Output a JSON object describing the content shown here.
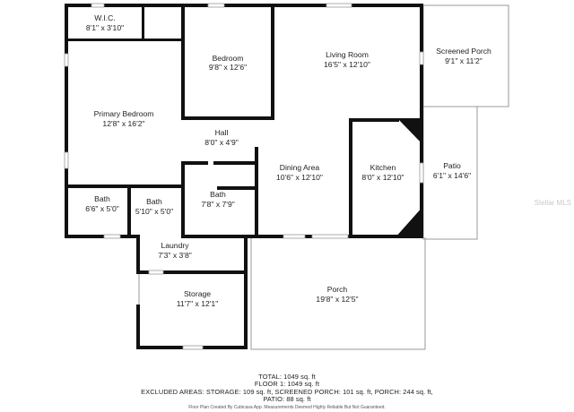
{
  "rooms": [
    {
      "name": "W.I.C.",
      "dims": "8'1\" x 3'10\""
    },
    {
      "name": "Bedroom",
      "dims": "9'8\" x 12'6\""
    },
    {
      "name": "Living Room",
      "dims": "16'5\" x 12'10\""
    },
    {
      "name": "Screened Porch",
      "dims": "9'1\" x 11'2\""
    },
    {
      "name": "Primary Bedroom",
      "dims": "12'8\" x 16'2\""
    },
    {
      "name": "Hall",
      "dims": "8'0\" x 4'9\""
    },
    {
      "name": "Dining Area",
      "dims": "10'6\" x 12'10\""
    },
    {
      "name": "Kitchen",
      "dims": "8'0\" x 12'10\""
    },
    {
      "name": "Patio",
      "dims": "6'1\" x 14'6\""
    },
    {
      "name": "Bath",
      "dims": "7'8\" x 7'9\""
    },
    {
      "name": "Bath",
      "dims": "6'6\" x 5'0\""
    },
    {
      "name": "Bath",
      "dims": "5'10\" x 5'0\""
    },
    {
      "name": "Laundry",
      "dims": "7'3\" x 3'8\""
    },
    {
      "name": "Storage",
      "dims": "11'7\" x 12'1\""
    },
    {
      "name": "Porch",
      "dims": "19'8\" x 12'5\""
    }
  ],
  "summary": {
    "total": "TOTAL: 1049 sq. ft",
    "floor": "FLOOR 1: 1049 sq. ft",
    "excluded": "EXCLUDED AREAS: STORAGE: 109 sq. ft, SCREENED PORCH: 101 sq. ft, PORCH: 244 sq. ft,",
    "patio": "PATIO: 88 sq. ft"
  },
  "footer": "Floor Plan Created By Cubicasa App. Measurements Deemed Highly Reliable But Not Guaranteed.",
  "watermark": "Stellar MLS",
  "colors": {
    "wall": "#111111",
    "line": "#9a9a9a",
    "text": "#222222"
  }
}
